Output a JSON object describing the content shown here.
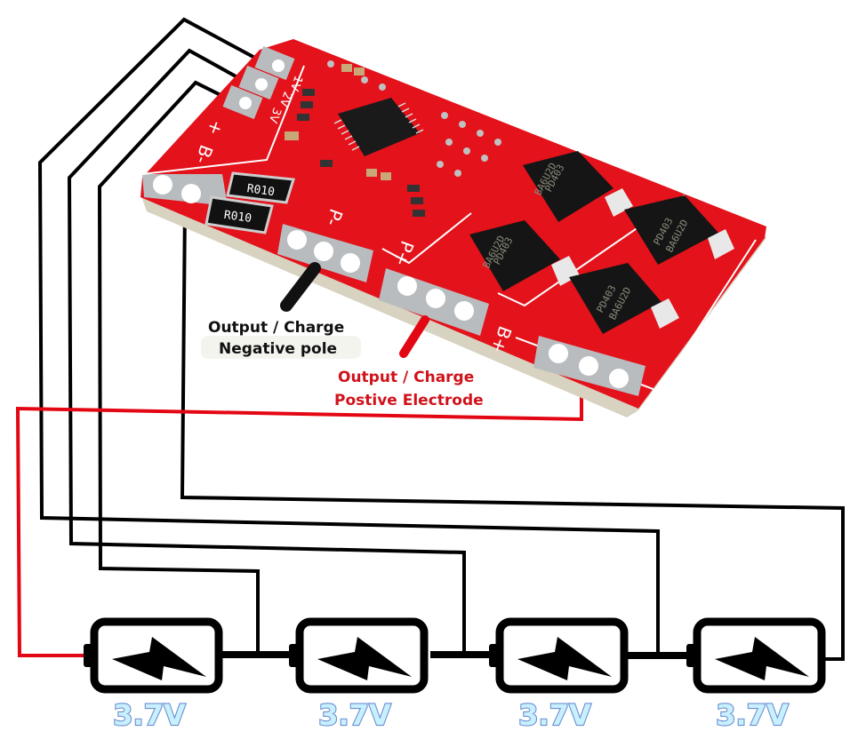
{
  "diagram": {
    "title": "4S Li-ion BMS protection board wiring",
    "board": {
      "silk_labels": {
        "b_minus": "B-",
        "p_minus": "P-",
        "p_plus": "P+",
        "b_plus": "B+",
        "balance_plus": "+",
        "balance_1": "1V",
        "balance_2": "2V",
        "balance_3": "3V"
      },
      "resistors": [
        "R010",
        "R010"
      ],
      "mosfets": [
        {
          "line1": "PD403",
          "line2": "BA6U2D"
        },
        {
          "line1": "PD403",
          "line2": "BA6U2D"
        },
        {
          "line1": "PD403",
          "line2": "BA6U2D"
        },
        {
          "line1": "PD403",
          "line2": "BA6U2D"
        }
      ]
    },
    "annotations": {
      "negative": {
        "line1": "Output / Charge",
        "line2": "Negative pole",
        "color": "#111111"
      },
      "positive": {
        "line1": "Output / Charge",
        "line2": "Postive Electrode",
        "color": "#d0121b"
      }
    },
    "batteries": [
      {
        "voltage": "3.7V"
      },
      {
        "voltage": "3.7V"
      },
      {
        "voltage": "3.7V"
      },
      {
        "voltage": "3.7V"
      }
    ],
    "colors": {
      "pcb": "#e3121b",
      "positive_wire": "#e30613",
      "wire": "#000000",
      "voltage_fill": "#c9f0ff",
      "voltage_outline": "#6a8fd0"
    }
  }
}
